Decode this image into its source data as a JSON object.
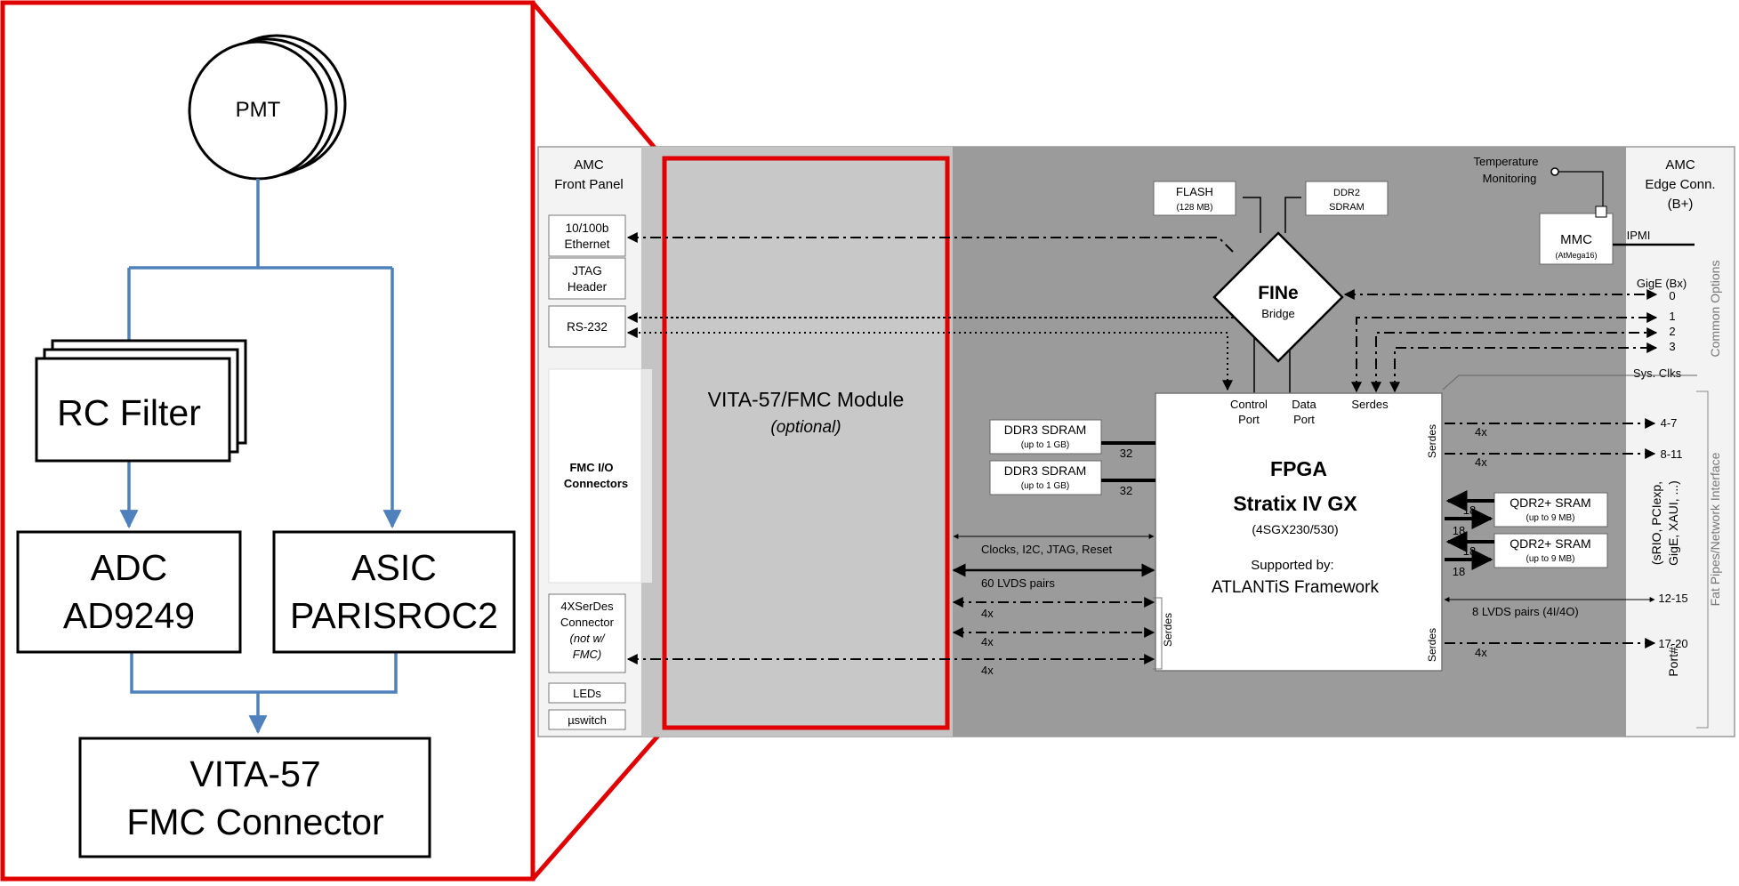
{
  "left_panel": {
    "pmt": "PMT",
    "rc_filter": "RC Filter",
    "adc": [
      "ADC",
      "AD9249"
    ],
    "asic": [
      "ASIC",
      "PARISROC2"
    ],
    "vita": [
      "VITA-57",
      "FMC Connector"
    ]
  },
  "amc": {
    "front_panel_title": [
      "AMC",
      "Front Panel"
    ],
    "ethernet": [
      "10/100b",
      "Ethernet"
    ],
    "jtag": [
      "JTAG",
      "Header"
    ],
    "rs232": "RS-232",
    "fmc_io": [
      "FMC I/O",
      "Connectors"
    ],
    "serdes_conn": [
      "4XSerDes",
      "Connector",
      "(not w/",
      "FMC)"
    ],
    "leds": "LEDs",
    "uswitch": "µswitch",
    "vita_module": "VITA-57/FMC Module",
    "vita_optional": "(optional)",
    "flash": [
      "FLASH",
      "(128 MB)"
    ],
    "ddr2": [
      "DDR2",
      "SDRAM"
    ],
    "temp": [
      "Temperature",
      "Monitoring"
    ],
    "fine": "FINe",
    "bridge": "Bridge",
    "mmc": [
      "MMC",
      "(AtMega16)"
    ],
    "edge_title": [
      "AMC",
      "Edge Conn.",
      "(B+)"
    ],
    "ipmi": "IPMI",
    "gige": "GigE (Bx)",
    "ports": [
      "0",
      "1",
      "2",
      "3"
    ],
    "sys_clks": "Sys. Clks",
    "common_options": "Common Options",
    "fat_pipes": "Fat Pipes/Network Interface",
    "protocols": [
      "(sRIO, PCIexp,",
      "GigE, XAUI, ...)"
    ],
    "port_label": "Port#:",
    "control_port": [
      "Control",
      "Port"
    ],
    "data_port": [
      "Data",
      "Port"
    ],
    "serdes_top": "Serdes",
    "serdes": "Serdes",
    "fpga": [
      "FPGA",
      "Stratix IV GX",
      "(4SGX230/530)"
    ],
    "supported": [
      "Supported by:",
      "ATLANTiS Framework"
    ],
    "ddr3": [
      "DDR3 SDRAM",
      "(up to 1 GB)"
    ],
    "bus32": "32",
    "clocks": "Clocks, I2C, JTAG, Reset",
    "lvds60": "60 LVDS pairs",
    "x4": "4x",
    "qdr": [
      "QDR2+ SRAM",
      "(up to 9 MB)"
    ],
    "bus18": "18",
    "lvds8": "8 LVDS pairs (4I/4O)",
    "ranges": [
      "4-7",
      "8-11",
      "12-15",
      "17-20"
    ]
  }
}
